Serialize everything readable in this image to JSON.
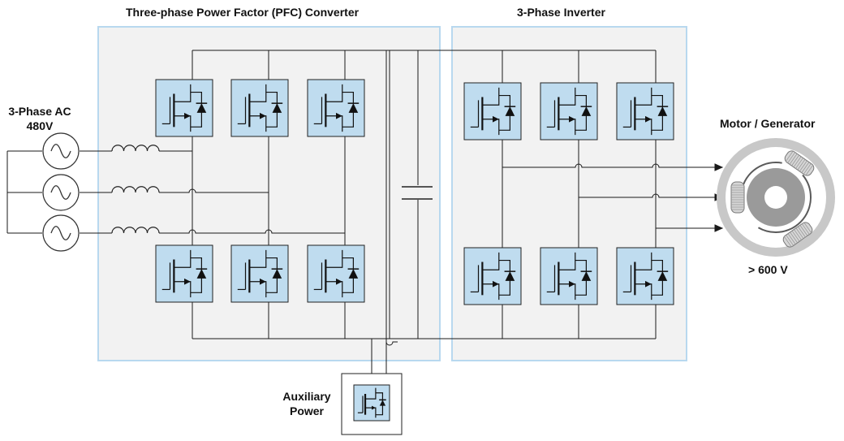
{
  "labels": {
    "pfc_title": "Three-phase Power Factor (PFC) Converter",
    "inverter_title": "3-Phase Inverter",
    "ac_source_line1": "3-Phase AC",
    "ac_source_line2": "480V",
    "motor_title": "Motor / Generator",
    "motor_voltage": "> 600 V",
    "aux_line1": "Auxiliary",
    "aux_line2": "Power"
  },
  "colors": {
    "block_fill": "#f2f2f2",
    "block_border": "#b8d8ef",
    "switch_fill": "#bfdcef",
    "switch_border": "#222222",
    "wire": "#1a1a1a",
    "motor_gray": "#c8c8c8",
    "motor_dark": "#9a9a9a"
  },
  "components": {
    "pfc_switches": 6,
    "inverter_switches": 6,
    "ac_sources": 3,
    "inductors": 3,
    "dc_link_capacitor": 1,
    "aux_switches": 1
  }
}
